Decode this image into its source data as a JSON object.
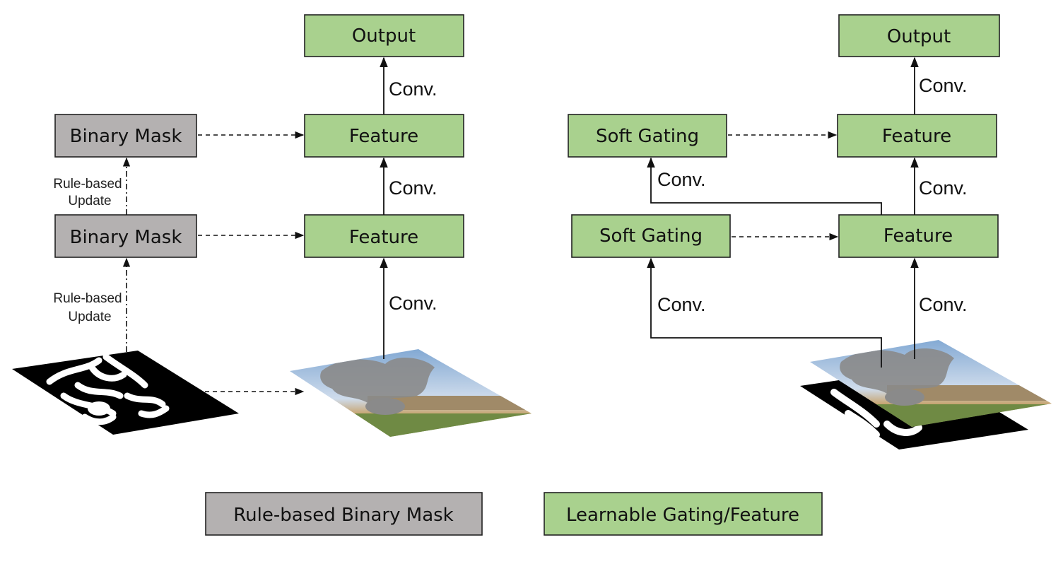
{
  "left": {
    "output": "Output",
    "feature_top": "Feature",
    "feature_bottom": "Feature",
    "mask_top": "Binary Mask",
    "mask_bottom": "Binary Mask",
    "conv_top": "Conv.",
    "conv_mid": "Conv.",
    "conv_bottom": "Conv.",
    "update_top_line1": "Rule-based",
    "update_top_line2": "Update",
    "update_bottom_line1": "Rule-based",
    "update_bottom_line2": "Update"
  },
  "right": {
    "output": "Output",
    "feature_top": "Feature",
    "feature_bottom": "Feature",
    "gating_top": "Soft Gating",
    "gating_bottom": "Soft Gating",
    "conv_top": "Conv.",
    "conv_mid": "Conv.",
    "conv_bottom": "Conv.",
    "conv_gating_top": "Conv.",
    "conv_gating_bottom": "Conv."
  },
  "legend": {
    "gray_label": "Rule-based Binary Mask",
    "green_label": "Learnable Gating/Feature"
  },
  "colors": {
    "learnable_fill": "#a9d18e",
    "rule_fill": "#b4b1b1"
  }
}
